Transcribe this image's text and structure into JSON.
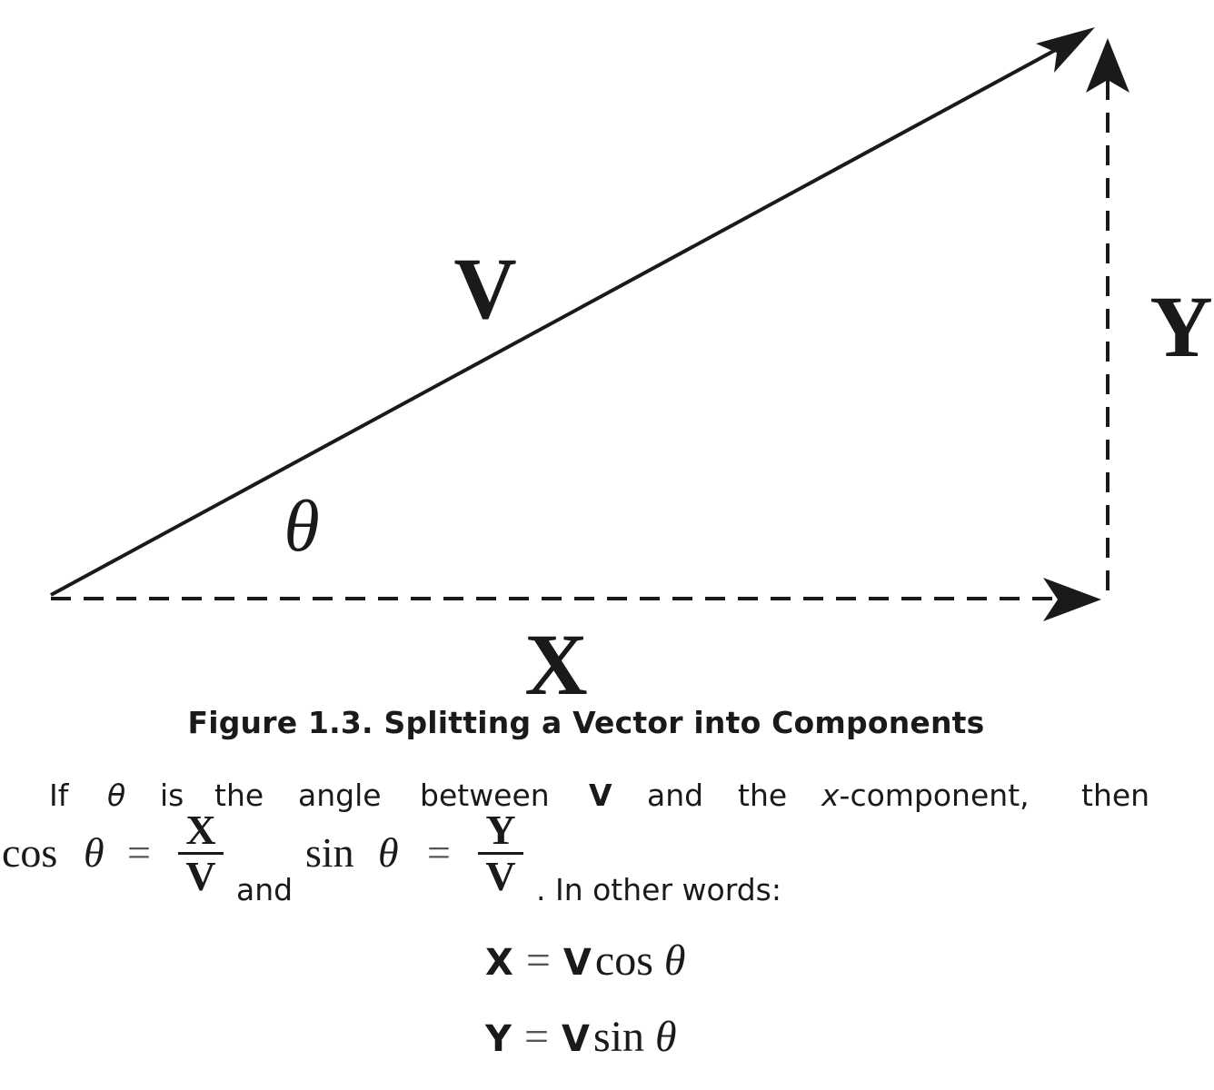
{
  "figure": {
    "vector_label": "V",
    "x_label": "X",
    "y_label": "Y",
    "angle_label": "θ",
    "caption": "Figure 1.3. Splitting a Vector into Components"
  },
  "text": {
    "line1": {
      "if": "If",
      "theta": "θ",
      "is": "is",
      "the": "the",
      "angle": "angle",
      "between": "between",
      "v": "V",
      "and": "and",
      "the2": "the",
      "x": "x",
      "component": "-component,",
      "then": "then"
    },
    "line2": {
      "cos": "cos",
      "theta": "θ",
      "equals": "=",
      "num1": "X",
      "den1": "V",
      "and": "and",
      "sin": "sin",
      "theta2": "θ",
      "equals2": "=",
      "num2": "Y",
      "den2": "V",
      "tail": ". In other words:"
    },
    "eq1": {
      "lhs": "X",
      "eq": "=",
      "v": "V",
      "fn": "cos",
      "theta": "θ"
    },
    "eq2": {
      "lhs": "Y",
      "eq": "=",
      "v": "V",
      "fn": "sin",
      "theta": "θ"
    }
  }
}
